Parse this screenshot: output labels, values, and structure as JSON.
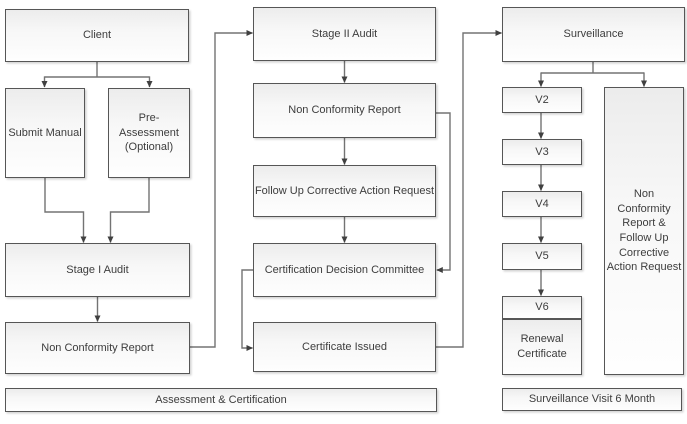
{
  "nodes": {
    "client": {
      "label": "Client"
    },
    "submit_manual": {
      "label": "Submit Manual"
    },
    "pre_assessment": {
      "label": "Pre-Assessment (Optional)"
    },
    "stage1_audit": {
      "label": "Stage I Audit"
    },
    "ncr_left": {
      "label": "Non Conformity Report"
    },
    "stage2_audit": {
      "label": "Stage II Audit"
    },
    "ncr_mid": {
      "label": "Non Conformity Report"
    },
    "fucar": {
      "label": "Follow Up Corrective Action Request"
    },
    "cdc": {
      "label": "Certification Decision Committee"
    },
    "certificate_issued": {
      "label": "Certificate Issued"
    },
    "surveillance": {
      "label": "Surveillance"
    },
    "v2": {
      "label": "V2"
    },
    "v3": {
      "label": "V3"
    },
    "v4": {
      "label": "V4"
    },
    "v5": {
      "label": "V5"
    },
    "v6": {
      "label": "V6"
    },
    "renewal_certificate": {
      "label": "Renewal Certificate"
    },
    "ncr_fucar_tall": {
      "label": "Non Conformity Report & Follow Up Corrective Action Request"
    }
  },
  "footers": {
    "assessment_certification": "Assessment & Certification",
    "surveillance_visit": "Surveillance Visit 6 Month"
  },
  "edges": [
    {
      "from": "client",
      "to": "submit_manual"
    },
    {
      "from": "client",
      "to": "pre_assessment"
    },
    {
      "from": "submit_manual",
      "to": "stage1_audit"
    },
    {
      "from": "pre_assessment",
      "to": "stage1_audit"
    },
    {
      "from": "stage1_audit",
      "to": "ncr_left"
    },
    {
      "from": "ncr_left",
      "to": "stage2_audit"
    },
    {
      "from": "stage2_audit",
      "to": "ncr_mid"
    },
    {
      "from": "ncr_mid",
      "to": "fucar"
    },
    {
      "from": "fucar",
      "to": "cdc"
    },
    {
      "from": "ncr_mid",
      "to": "cdc"
    },
    {
      "from": "cdc",
      "to": "certificate_issued"
    },
    {
      "from": "certificate_issued",
      "to": "surveillance"
    },
    {
      "from": "surveillance",
      "to": "v2"
    },
    {
      "from": "surveillance",
      "to": "ncr_fucar_tall"
    },
    {
      "from": "v2",
      "to": "v3"
    },
    {
      "from": "v3",
      "to": "v4"
    },
    {
      "from": "v4",
      "to": "v5"
    },
    {
      "from": "v5",
      "to": "v6"
    }
  ],
  "colors": {
    "box_border": "#565656",
    "box_fill": "#f2f2f2",
    "connector": "#737373",
    "arrowhead": "#404040",
    "text": "#3d3d3d"
  }
}
